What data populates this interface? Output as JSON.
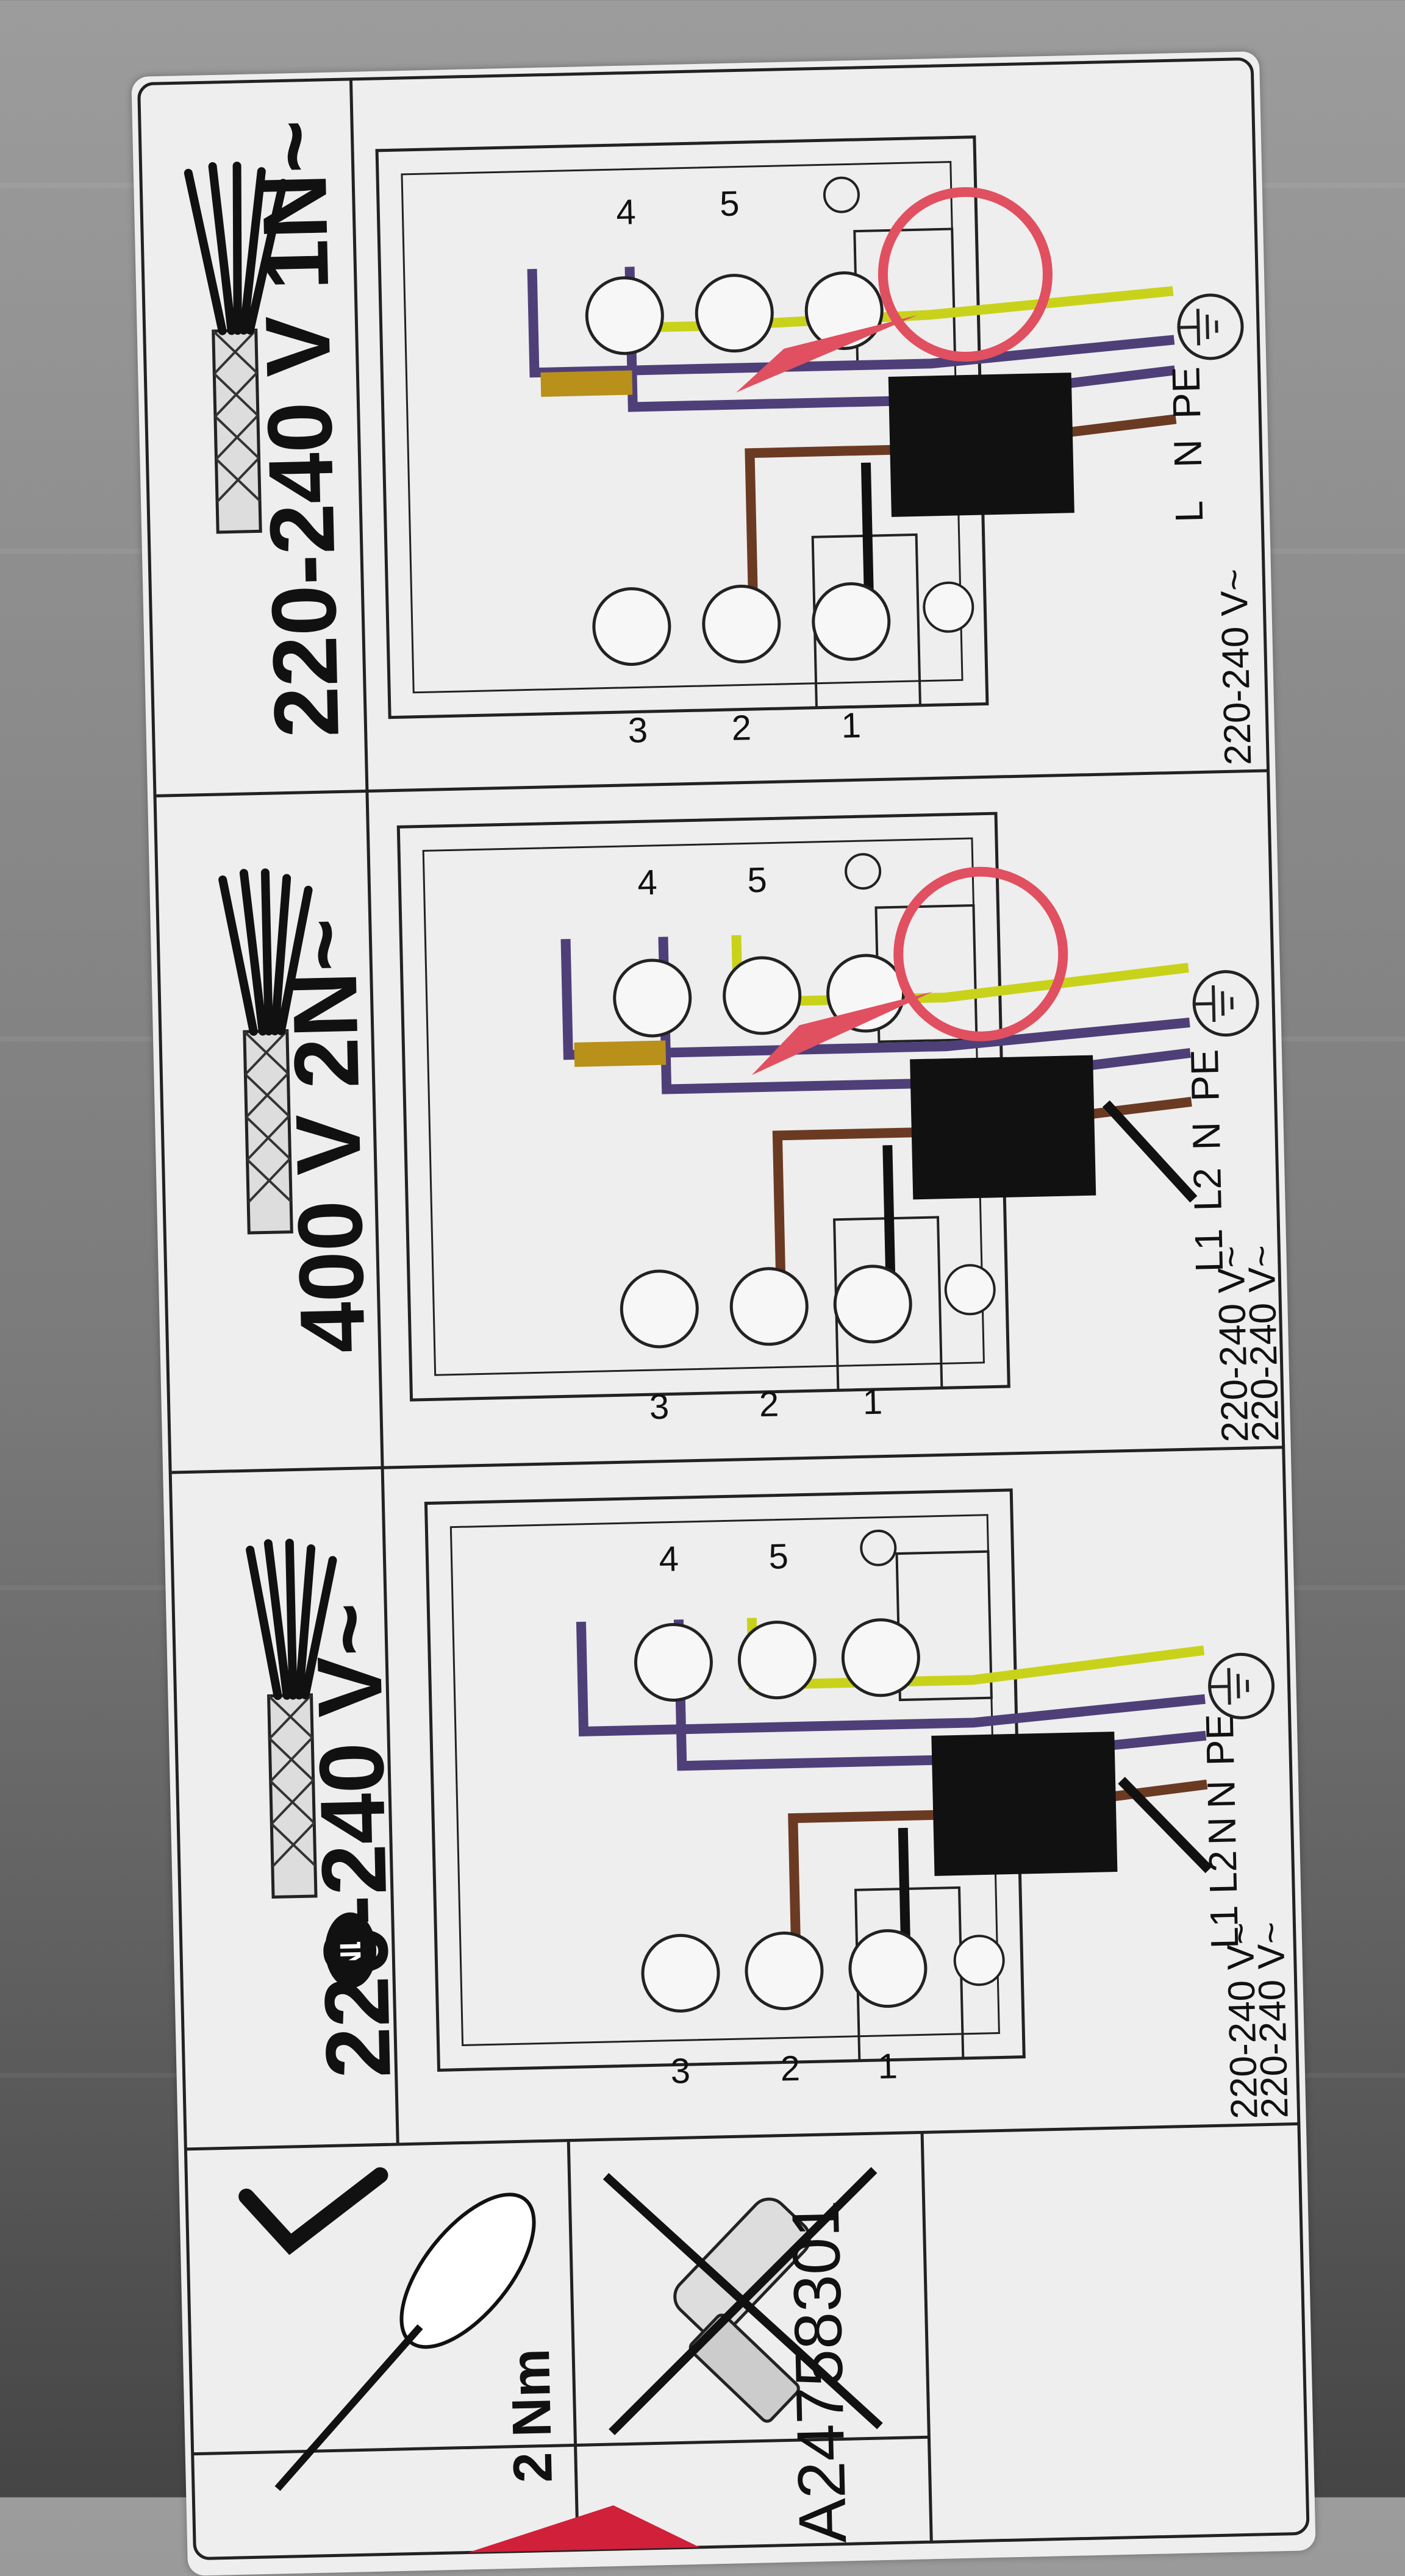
{
  "panels": [
    {
      "title": "220-240 V 1N~",
      "conductors": [
        "L",
        "N",
        "PE"
      ],
      "voltages": [
        "220-240 V~"
      ]
    },
    {
      "title": "400 V 2N~",
      "conductors": [
        "L1",
        "L2",
        "N",
        "PE"
      ],
      "voltages": [
        "220-240 V~",
        "220-240 V~"
      ]
    },
    {
      "title": "220-240 V~",
      "badge": "NL",
      "conductors": [
        "L1",
        "L2",
        "N",
        "N",
        "PE"
      ],
      "voltages": [
        "220-240 V~",
        "220-240 V~"
      ]
    }
  ],
  "terminal_numbers": [
    "1",
    "2",
    "3",
    "4",
    "5"
  ],
  "torque": "2 Nm",
  "part_number": "A24758301",
  "colors": {
    "label_bg": "#eeeeee",
    "wire_brown": "#6b3a22",
    "wire_purple": "#4f3f78",
    "wire_yellow_green": "#c9d21a",
    "wire_black": "#111111",
    "bridge_gold": "#b8901a",
    "highlight_red": "#e05060"
  }
}
